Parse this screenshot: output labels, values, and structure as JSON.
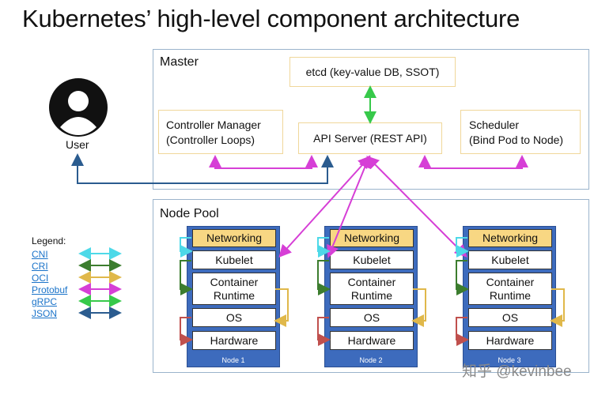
{
  "title": "Kubernetes’ high-level component architecture",
  "user": {
    "label": "User",
    "icon": "user-avatar-icon"
  },
  "master": {
    "label": "Master",
    "etcd": "etcd (key-value DB, SSOT)",
    "api_server": "API Server (REST API)",
    "controller_manager": {
      "line1": "Controller Manager",
      "line2": "(Controller Loops)"
    },
    "scheduler": {
      "line1": "Scheduler",
      "line2": "(Bind Pod to Node)"
    }
  },
  "node_pool": {
    "label": "Node Pool",
    "nodes": [
      {
        "name": "Node 1",
        "networking": "Networking",
        "kubelet": "Kubelet",
        "runtime_line1": "Container",
        "runtime_line2": "Runtime",
        "os": "OS",
        "hardware": "Hardware"
      },
      {
        "name": "Node 2",
        "networking": "Networking",
        "kubelet": "Kubelet",
        "runtime_line1": "Container",
        "runtime_line2": "Runtime",
        "os": "OS",
        "hardware": "Hardware"
      },
      {
        "name": "Node 3",
        "networking": "Networking",
        "kubelet": "Kubelet",
        "runtime_line1": "Container",
        "runtime_line2": "Runtime",
        "os": "OS",
        "hardware": "Hardware"
      }
    ]
  },
  "legend": {
    "title": "Legend:",
    "items": [
      {
        "label": "CNI",
        "color": "#4dd9e8"
      },
      {
        "label": "CRI",
        "color": "#3c7d2e"
      },
      {
        "label": "OCI",
        "color": "#e0b84a"
      },
      {
        "label": "Protobuf",
        "color": "#d63fd6"
      },
      {
        "label": "gRPC",
        "color": "#37c94a"
      },
      {
        "label": "JSON",
        "color": "#2b5c8f"
      }
    ]
  },
  "colors": {
    "panel_border": "#9bb4cc",
    "component_border": "#f0d79a",
    "node_fill": "#3d6bbd",
    "networking_fill": "#f8d783",
    "cni": "#4dd9e8",
    "cri": "#3c7d2e",
    "oci": "#e0b84a",
    "protobuf": "#d63fd6",
    "grpc": "#37c94a",
    "json": "#2b5c8f",
    "hardware_os": "#c0504d"
  },
  "watermark": "知乎 @kevinbee"
}
